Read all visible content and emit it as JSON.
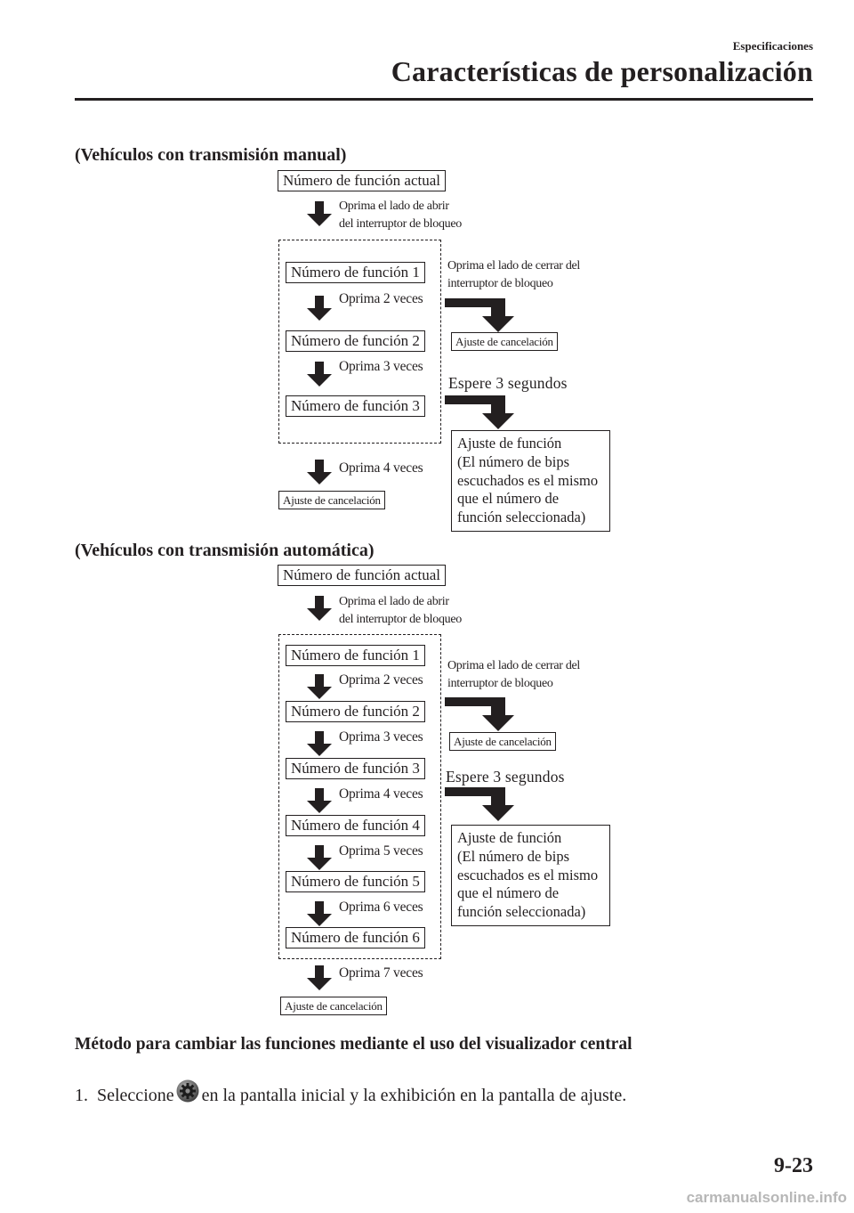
{
  "header": {
    "section": "Especificaciones",
    "title": "Características de personalización"
  },
  "manual": {
    "title": "(Vehículos con transmisión manual)",
    "current": "Número de función actual",
    "open_note": [
      "Oprima el lado de abrir",
      "del interruptor de bloqueo"
    ],
    "functions": [
      "Número de función 1",
      "Número de función 2",
      "Número de función 3"
    ],
    "presses": [
      "Oprima 2 veces",
      "Oprima 3 veces",
      "Oprima 4 veces"
    ],
    "close_note": [
      "Oprima el lado de cerrar del",
      "interruptor de bloqueo"
    ],
    "cancel": "Ajuste de cancelación",
    "wait": "Espere 3 segundos",
    "setting": [
      "Ajuste de función",
      "(El número de bips",
      "escuchados es el mismo",
      "que el número de",
      "función seleccionada)"
    ]
  },
  "auto": {
    "title": "(Vehículos con transmisión automática)",
    "current": "Número de función actual",
    "open_note": [
      "Oprima el lado de abrir",
      "del interruptor de bloqueo"
    ],
    "functions": [
      "Número de función 1",
      "Número de función 2",
      "Número de función 3",
      "Número de función 4",
      "Número de función 5",
      "Número de función 6"
    ],
    "presses": [
      "Oprima 2 veces",
      "Oprima 3 veces",
      "Oprima 4 veces",
      "Oprima 5 veces",
      "Oprima 6 veces",
      "Oprima 7 veces"
    ],
    "close_note": [
      "Oprima el lado de cerrar del",
      "interruptor de bloqueo"
    ],
    "cancel": "Ajuste de cancelación",
    "wait": "Espere 3 segundos",
    "setting": [
      "Ajuste de función",
      "(El número de bips",
      "escuchados es el mismo",
      "que el número de",
      "función seleccionada)"
    ]
  },
  "method": {
    "heading": "Método para cambiar las funciones mediante el uso del visualizador central",
    "step_number": "1.",
    "step_before": "Seleccione",
    "step_icon": "settings-gear-icon",
    "step_after": "en la pantalla inicial y la exhibición en la pantalla de ajuste."
  },
  "footer": {
    "page_number": "9-23",
    "watermark": "carmanualsonline.info"
  }
}
